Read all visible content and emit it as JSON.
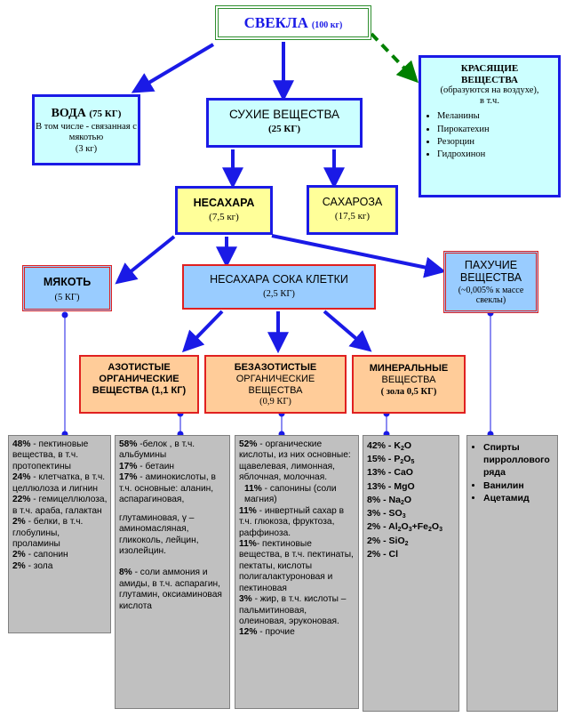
{
  "root": {
    "title": "СВЕКЛА",
    "amount": "(100 кг)"
  },
  "water": {
    "title": "ВОДА",
    "amount": "(75 КГ)",
    "note": "В том числе - связанная с мякотью",
    "note_amount": "(3 кг)"
  },
  "dry": {
    "title": "СУХИЕ ВЕЩЕСТВА",
    "amount": "(25 КГ)"
  },
  "pigments": {
    "title": "КРАСЯЩИЕ ВЕЩЕСТВА",
    "note": "(образуются на воздухе),",
    "incl": "в т.ч.",
    "items": [
      "Меланины",
      "Пирокатехин",
      "Резорцин",
      "Гидрохинон"
    ]
  },
  "nonsugar": {
    "title": "НЕСАХАРА",
    "amount": "(7,5 кг)"
  },
  "sucrose": {
    "title": "САХАРОЗА",
    "amount": "(17,5 кг)"
  },
  "pulp": {
    "title": "МЯКОТЬ",
    "amount": "(5 КГ)"
  },
  "cell_sap": {
    "title": "НЕСАХАРА СОКА КЛЕТКИ",
    "amount": "(2,5 КГ)"
  },
  "odorous": {
    "title": "ПАХУЧИЕ ВЕЩЕСТВА",
    "amount": "(~0,005% к массе свеклы)"
  },
  "nitrogen": {
    "title": "АЗОТИСТЫЕ ОРГАНИЧЕСКИЕ ВЕЩЕСТВА (1,1 КГ)"
  },
  "nonnitrogen": {
    "title": "БЕЗАЗОТИСТЫЕ",
    "subtitle": "ОРГАНИЧЕСКИЕ ВЕЩЕСТВА",
    "amount": "(0,9 КГ)"
  },
  "mineral": {
    "title": "МИНЕРАЛЬНЫЕ",
    "subtitle": "ВЕЩЕСТВА",
    "amount": "( зола 0,5 КГ)"
  },
  "pulp_list": [
    {
      "pct": "48%",
      "text": " - пектиновые вещества, в т.ч. протопектины"
    },
    {
      "pct": "24%",
      "text": " - клетчатка, в т.ч. целлюлоза и лигнин"
    },
    {
      "pct": "22%",
      "text": " - гемицеллюлоза, в т.ч. араба, галактан"
    },
    {
      "pct": "2%",
      "text": " - белки, в т.ч. глобулины, проламины"
    },
    {
      "pct": "2%",
      "text": " - сапонин"
    },
    {
      "pct": "2%",
      "text": " - зола"
    }
  ],
  "nitrogen_list": {
    "a": [
      {
        "pct": "58%",
        "text": " -белок , в т.ч. альбумины"
      },
      {
        "pct": "17%",
        "text": " - бетаин"
      },
      {
        "pct": "17%",
        "text": " - аминокислоты, в т.ч. основные: аланин, аспарагиновая,"
      }
    ],
    "a_cont": "глутаминовая, γ – аминомасляная, гликоколь, лейцин, изолейцин.",
    "b": [
      {
        "pct": "8%",
        "text": " - соли аммония и амиды, в т.ч. аспарагин, глутамин, оксиаминовая кислота"
      }
    ]
  },
  "nonnitrogen_list": [
    {
      "pct": "52%",
      "text": " - органические кислоты, из них основные: щавелевая, лимонная, яблочная, молочная."
    },
    {
      "pct": "11%",
      "text": " - сапонины (соли магния)"
    },
    {
      "pct": "11%",
      "text": " - инвертный сахар в т.ч. глюкоза, фруктоза, раффиноза."
    },
    {
      "pct": "11%",
      "text": "- пектиновые вещества, в т.ч. пектинаты, пектаты, кислоты полигалактуроновая и пектиновая"
    },
    {
      "pct": "3%",
      "text": " - жир, в т.ч. кислоты – пальмитиновая, олеиновая, эруконовая."
    },
    {
      "pct": "12%",
      "text": " - прочие"
    }
  ],
  "mineral_list": [
    {
      "pct": "42%",
      "sep": " - ",
      "chem": [
        "K",
        "2",
        "O"
      ]
    },
    {
      "pct": "15%",
      "sep": " - ",
      "chem": [
        "P",
        "2",
        "O",
        "5"
      ]
    },
    {
      "pct": "13%",
      "sep": " - ",
      "chem": [
        "CaO"
      ]
    },
    {
      "pct": "13%",
      "sep": " - ",
      "chem": [
        "MgO"
      ]
    },
    {
      "pct": "8%",
      "sep": " - ",
      "chem": [
        "Na",
        "2",
        "O"
      ]
    },
    {
      "pct": "3%",
      "sep": " - ",
      "chem": [
        "SO",
        "3"
      ]
    },
    {
      "pct": "2%",
      "sep": " - ",
      "chem": [
        "Al",
        "2",
        "O",
        "3",
        "+Fe",
        "2",
        "O",
        "3"
      ]
    },
    {
      "pct": "2%",
      "sep": " - ",
      "chem": [
        "SiO",
        "2"
      ]
    },
    {
      "pct": "2%",
      "sep": " - ",
      "chem": [
        "Cl"
      ]
    }
  ],
  "odorous_list": [
    "Спирты пирроллового ряда",
    "Ванилин",
    "Ацетамид"
  ],
  "colors": {
    "cyan": "#ccffff",
    "yellow": "#ffff99",
    "blue": "#99ccff",
    "peach": "#ffcc99",
    "gray": "#c0c0c0",
    "arrow": "#1a1ae6",
    "green": "#008000"
  }
}
